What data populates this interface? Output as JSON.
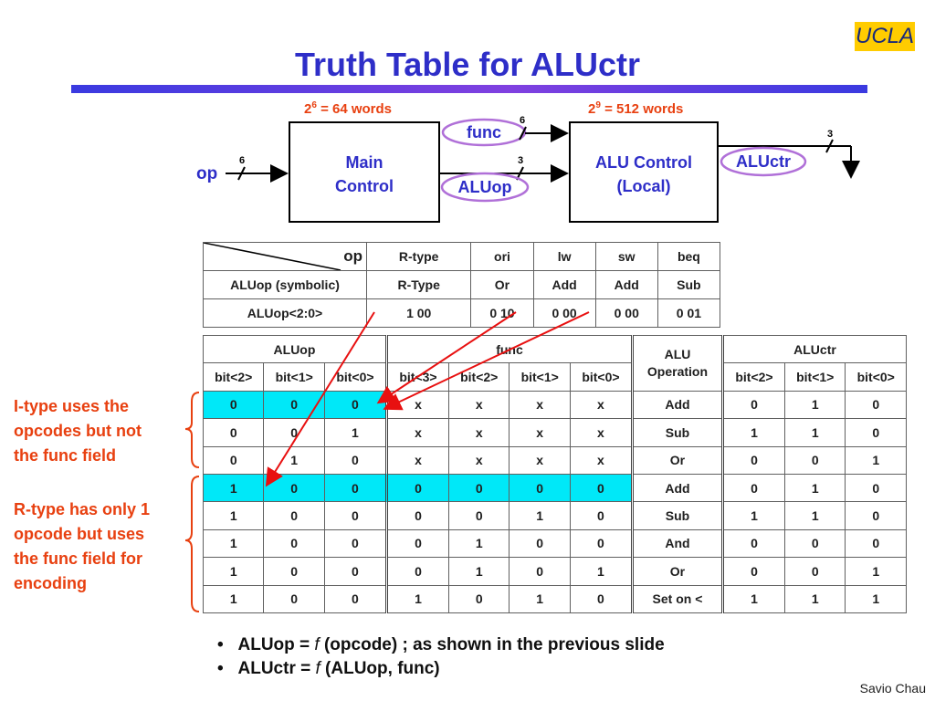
{
  "logo": "UCLA",
  "title": "Truth Table for ALUctr",
  "diagram": {
    "left_count": {
      "base": "2",
      "exp": "6",
      "rest": " = 64 words"
    },
    "right_count": {
      "base": "2",
      "exp": "9",
      "rest": " = 512 words"
    },
    "op_label": "op",
    "op_bits": "6",
    "main_control": [
      "Main",
      "Control"
    ],
    "func_label": "func",
    "func_bits": "6",
    "aluop_label": "ALUop",
    "aluop_bits": "3",
    "alu_control": [
      "ALU Control",
      "(Local)"
    ],
    "aluctr_label": "ALUctr",
    "aluctr_bits": "3"
  },
  "op_table": {
    "corner": "op",
    "columns": [
      "R-type",
      "ori",
      "lw",
      "sw",
      "beq"
    ],
    "rows": [
      {
        "label": "ALUop (symbolic)",
        "values": [
          "R-Type",
          "Or",
          "Add",
          "Add",
          "Sub"
        ]
      },
      {
        "label": "ALUop<2:0>",
        "values": [
          "1 00",
          "0 10",
          "0 00",
          "0 00",
          "0 01"
        ]
      }
    ]
  },
  "main_table": {
    "groups": {
      "aluop": "ALUop",
      "func": "func",
      "operation": [
        "ALU",
        "Operation"
      ],
      "aluctr": "ALUctr"
    },
    "headers": [
      "bit<2>",
      "bit<1>",
      "bit<0>",
      "bit<3>",
      "bit<2>",
      "bit<1>",
      "bit<0>",
      "bit<2>",
      "bit<1>",
      "bit<0>"
    ],
    "rows": [
      {
        "aluop": [
          "0",
          "0",
          "0"
        ],
        "func": [
          "x",
          "x",
          "x",
          "x"
        ],
        "op": "Add",
        "aluctr": [
          "0",
          "1",
          "0"
        ],
        "highlight": "aluop"
      },
      {
        "aluop": [
          "0",
          "0",
          "1"
        ],
        "func": [
          "x",
          "x",
          "x",
          "x"
        ],
        "op": "Sub",
        "aluctr": [
          "1",
          "1",
          "0"
        ],
        "highlight": "none"
      },
      {
        "aluop": [
          "0",
          "1",
          "0"
        ],
        "func": [
          "x",
          "x",
          "x",
          "x"
        ],
        "op": "Or",
        "aluctr": [
          "0",
          "0",
          "1"
        ],
        "highlight": "none"
      },
      {
        "aluop": [
          "1",
          "0",
          "0"
        ],
        "func": [
          "0",
          "0",
          "0",
          "0"
        ],
        "op": "Add",
        "aluctr": [
          "0",
          "1",
          "0"
        ],
        "highlight": "aluop_func"
      },
      {
        "aluop": [
          "1",
          "0",
          "0"
        ],
        "func": [
          "0",
          "0",
          "1",
          "0"
        ],
        "op": "Sub",
        "aluctr": [
          "1",
          "1",
          "0"
        ],
        "highlight": "none"
      },
      {
        "aluop": [
          "1",
          "0",
          "0"
        ],
        "func": [
          "0",
          "1",
          "0",
          "0"
        ],
        "op": "And",
        "aluctr": [
          "0",
          "0",
          "0"
        ],
        "highlight": "none"
      },
      {
        "aluop": [
          "1",
          "0",
          "0"
        ],
        "func": [
          "0",
          "1",
          "0",
          "1"
        ],
        "op": "Or",
        "aluctr": [
          "0",
          "0",
          "1"
        ],
        "highlight": "none"
      },
      {
        "aluop": [
          "1",
          "0",
          "0"
        ],
        "func": [
          "1",
          "0",
          "1",
          "0"
        ],
        "op": "Set on <",
        "aluctr": [
          "1",
          "1",
          "1"
        ],
        "highlight": "none"
      }
    ]
  },
  "notes": {
    "itype": [
      "I-type uses the",
      "opcodes but not",
      "the func field"
    ],
    "rtype": [
      "R-type has only 1",
      "opcode but uses",
      "the func field for",
      "encoding"
    ]
  },
  "bullets": [
    {
      "pre": "ALUop = ",
      "f": "f",
      "post": " (opcode) ; as shown in the previous slide"
    },
    {
      "pre": "ALUctr = ",
      "f": "f",
      "post": " (ALUop, func)"
    }
  ],
  "footer": "Savio Chau",
  "colors": {
    "title": "#2e2ec8",
    "annotation": "#e84010",
    "highlight": "#00e8f8",
    "oval": "#b070d8",
    "logo_bg": "#ffcc00"
  }
}
